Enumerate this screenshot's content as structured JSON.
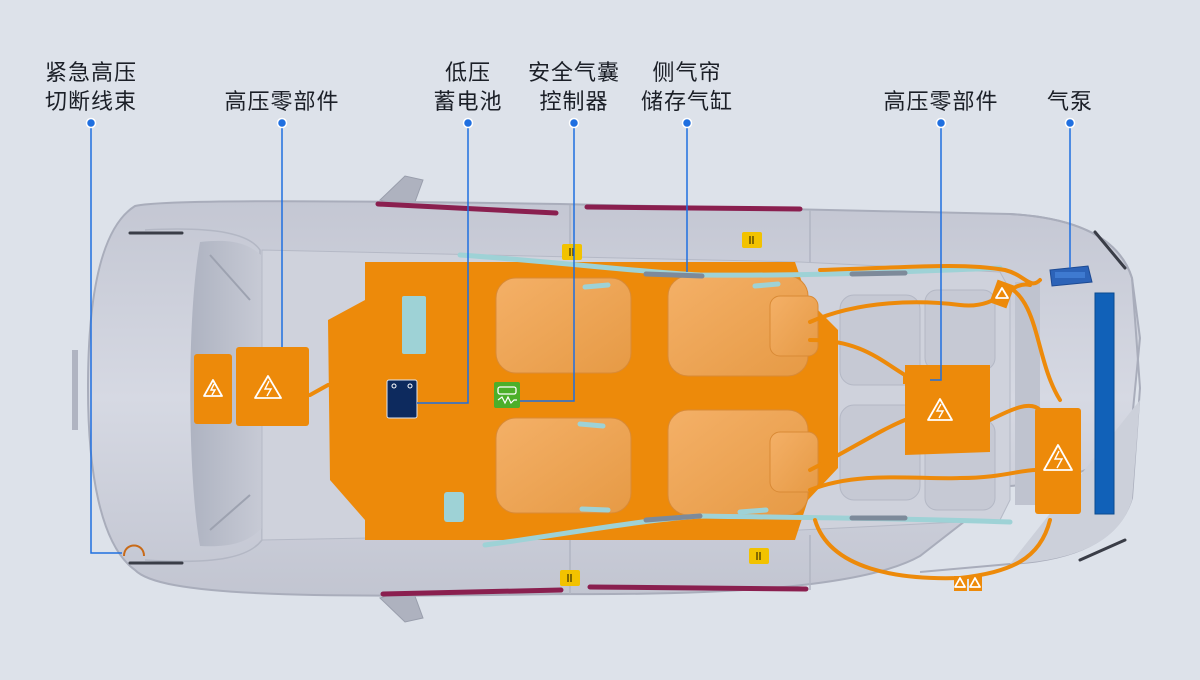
{
  "labels": {
    "emergency_cutoff": [
      "紧急高压",
      "切断线束"
    ],
    "hv_front": [
      "高压零部件"
    ],
    "lv_battery": [
      "低压",
      "蓄电池"
    ],
    "airbag_controller": [
      "安全气囊",
      "控制器"
    ],
    "curtain_cylinder": [
      "侧气帘",
      "储存气缸"
    ],
    "hv_rear": [
      "高压零部件"
    ],
    "air_pump": [
      "气泵"
    ]
  },
  "colors": {
    "background": "#dde2ea",
    "hv_orange": "#ed8a0a",
    "leader_line": "#1f6fe0",
    "battery": "#0d2a5e",
    "airbag_controller": "#4caf2a",
    "curtain_strip": "#8a1f4f",
    "rear_battery": "#1161b8",
    "air_pump": "#2c63b8",
    "sensor": "#f2c200",
    "cable": "#9ed2d6"
  },
  "icons": [
    "high-voltage-warning-icon",
    "airbag-sensor-icon",
    "battery-icon",
    "airbag-controller-icon",
    "air-pump-icon"
  ]
}
